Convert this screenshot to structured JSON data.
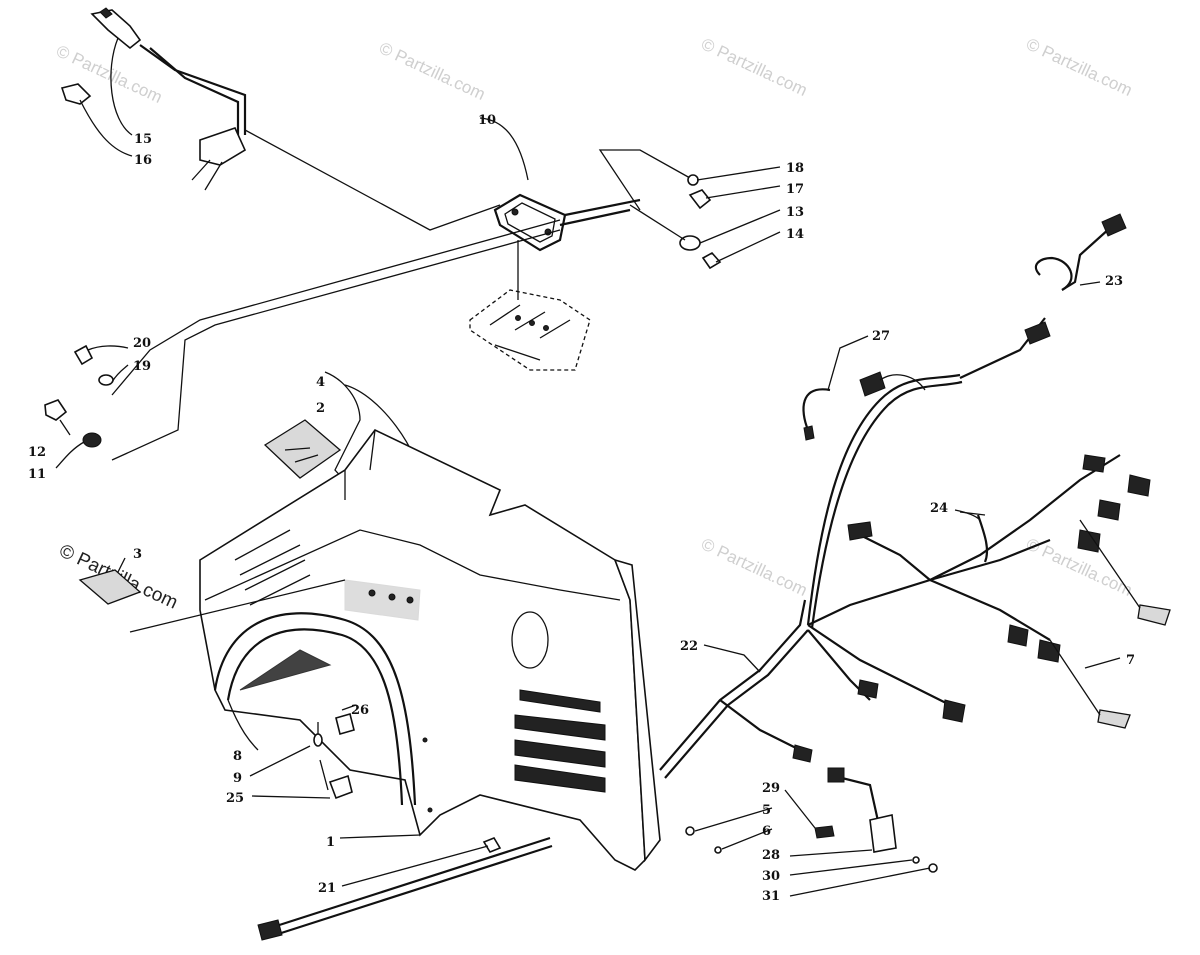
{
  "watermark": {
    "text": "© Partzilla.com"
  },
  "callouts": {
    "c1": "1",
    "c2": "2",
    "c3": "3",
    "c4": "4",
    "c5": "5",
    "c6": "6",
    "c7": "7",
    "c8": "8",
    "c9": "9",
    "c10": "10",
    "c11": "11",
    "c12": "12",
    "c13": "13",
    "c14": "14",
    "c15": "15",
    "c16": "16",
    "c17": "17",
    "c18": "18",
    "c19": "19",
    "c20": "20",
    "c21": "21",
    "c22": "22",
    "c23": "23",
    "c24": "24",
    "c25": "25",
    "c26": "26",
    "c27": "27",
    "c28": "28",
    "c29": "29",
    "c30": "30",
    "c31": "31"
  }
}
